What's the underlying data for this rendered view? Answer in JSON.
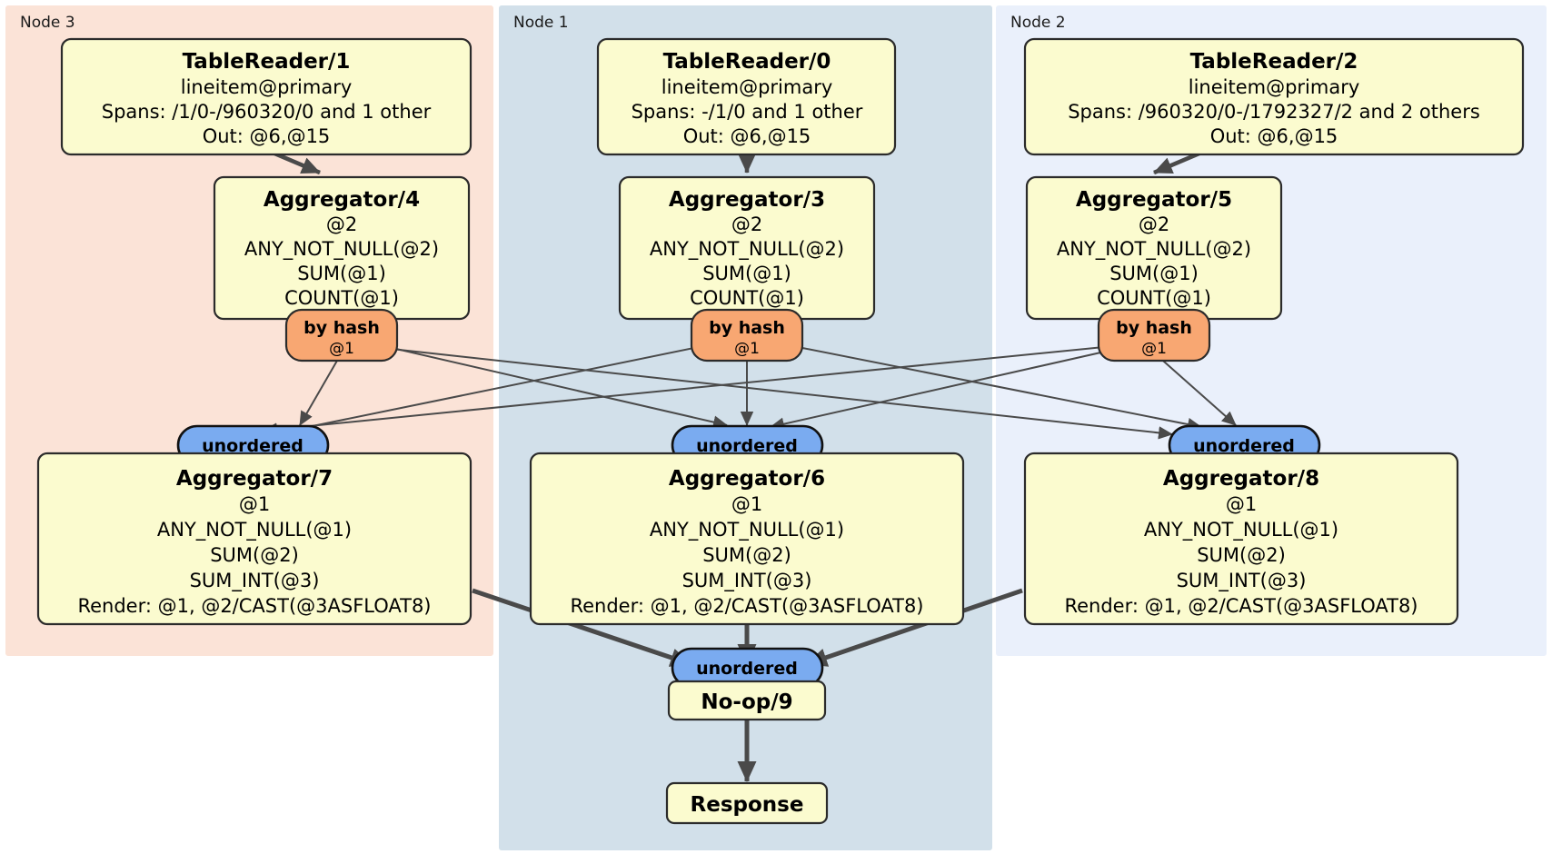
{
  "diagram": {
    "kind": "distributed-query-plan",
    "title": "",
    "panels": [
      {
        "id": "node3",
        "label": "Node 3",
        "color": "#fbe3d7"
      },
      {
        "id": "node1",
        "label": "Node 1",
        "color": "#d2e0ea"
      },
      {
        "id": "node2",
        "label": "Node 2",
        "color": "#eaf0fb"
      }
    ],
    "colors": {
      "processor_fill": "#fbfbcf",
      "processor_stroke": "#2b2b2b",
      "hash_router_fill": "#f8a772",
      "unordered_synchronizer_fill": "#7aabf0",
      "edge": "#4a4a4a",
      "node3_panel": "#fbe3d7",
      "node1_panel": "#d2e0ea",
      "node2_panel": "#eaf0fb"
    },
    "processors": {
      "table_reader_1": {
        "title": "TableReader/1",
        "lines": [
          "lineitem@primary",
          "Spans: /1/0-/960320/0 and 1 other",
          "Out: @6,@15"
        ]
      },
      "table_reader_0": {
        "title": "TableReader/0",
        "lines": [
          "lineitem@primary",
          "Spans: -/1/0 and 1 other",
          "Out: @6,@15"
        ]
      },
      "table_reader_2": {
        "title": "TableReader/2",
        "lines": [
          "lineitem@primary",
          "Spans: /960320/0-/1792327/2 and 2 others",
          "Out: @6,@15"
        ]
      },
      "aggregator_4": {
        "title": "Aggregator/4",
        "lines": [
          "@2",
          "ANY_NOT_NULL(@2)",
          "SUM(@1)",
          "COUNT(@1)"
        ]
      },
      "aggregator_3": {
        "title": "Aggregator/3",
        "lines": [
          "@2",
          "ANY_NOT_NULL(@2)",
          "SUM(@1)",
          "COUNT(@1)"
        ]
      },
      "aggregator_5": {
        "title": "Aggregator/5",
        "lines": [
          "@2",
          "ANY_NOT_NULL(@2)",
          "SUM(@1)",
          "COUNT(@1)"
        ]
      },
      "aggregator_7": {
        "title": "Aggregator/7",
        "lines": [
          "@1",
          "ANY_NOT_NULL(@1)",
          "SUM(@2)",
          "SUM_INT(@3)",
          "Render: @1, @2/CAST(@3ASFLOAT8)"
        ]
      },
      "aggregator_6": {
        "title": "Aggregator/6",
        "lines": [
          "@1",
          "ANY_NOT_NULL(@1)",
          "SUM(@2)",
          "SUM_INT(@3)",
          "Render: @1, @2/CAST(@3ASFLOAT8)"
        ]
      },
      "aggregator_8": {
        "title": "Aggregator/8",
        "lines": [
          "@1",
          "ANY_NOT_NULL(@1)",
          "SUM(@2)",
          "SUM_INT(@3)",
          "Render: @1, @2/CAST(@3ASFLOAT8)"
        ]
      },
      "noop_9": {
        "title": "No-op/9",
        "lines": []
      },
      "response": {
        "title": "Response",
        "lines": []
      }
    },
    "routers": {
      "by_hash_left": {
        "title": "by hash",
        "sub": "@1"
      },
      "by_hash_mid": {
        "title": "by hash",
        "sub": "@1"
      },
      "by_hash_right": {
        "title": "by hash",
        "sub": "@1"
      }
    },
    "synchronizers": {
      "unordered_left": {
        "label": "unordered"
      },
      "unordered_mid": {
        "label": "unordered"
      },
      "unordered_right": {
        "label": "unordered"
      },
      "unordered_final": {
        "label": "unordered"
      }
    }
  }
}
